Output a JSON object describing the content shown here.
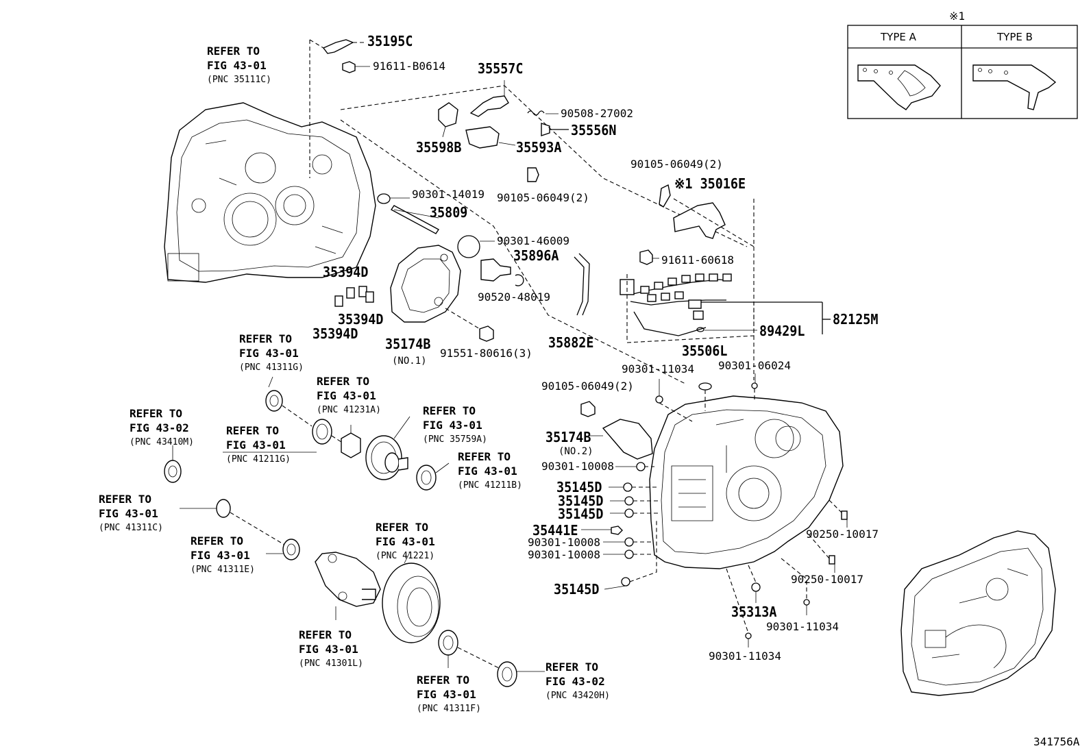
{
  "diagram_id": "341756A",
  "note_mark": "※1",
  "type_table": {
    "mark": "※1",
    "type_a": "TYPE A",
    "type_b": "TYPE B"
  },
  "labels": {
    "p35195C": "35195C",
    "p91611_B0614": "91611-B0614",
    "p35557C": "35557C",
    "p90508_27002": "90508-27002",
    "p35556N": "35556N",
    "p35598B": "35598B",
    "p35593A": "35593A",
    "p90105_06049_top": "90105-06049(2)",
    "p90301_14019": "90301-14019",
    "p35809": "35809",
    "p90301_46009": "90301-46009",
    "p35896A": "35896A",
    "p90520_48019": "90520-48019",
    "p35882E": "35882E",
    "p35394D_a": "35394D",
    "p35394D_b": "35394D",
    "p35394D_c": "35394D",
    "p35174B_1": "35174B",
    "p35174B_1_note": "(NO.1)",
    "p91551_80616": "91551-80616(3)",
    "p90105_06049_r": "90105-06049(2)",
    "p35016E": "※1 35016E",
    "p91611_60618": "91611-60618",
    "p82125M": "82125M",
    "p89429L": "89429L",
    "p35506L": "35506L",
    "p90301_11034_a": "90301-11034",
    "p90301_06024": "90301-06024",
    "p90105_06049_c": "90105-06049(2)",
    "p35174B_2": "35174B",
    "p35174B_2_note": "(NO.2)",
    "p90301_10008_a": "90301-10008",
    "p35145D_a": "35145D",
    "p35145D_b": "35145D",
    "p35145D_c": "35145D",
    "p35441E": "35441E",
    "p90301_10008_b": "90301-10008",
    "p90301_10008_c": "90301-10008",
    "p35145D_d": "35145D",
    "p90250_10017_a": "90250-10017",
    "p90250_10017_b": "90250-10017",
    "p35313A": "35313A",
    "p90301_11034_b": "90301-11034",
    "p90301_11034_c": "90301-11034"
  },
  "refer_notes": {
    "r35111C": {
      "line1": "REFER TO",
      "line2": "FIG 43-01",
      "pnc": "(PNC 35111C)"
    },
    "r41311G": {
      "line1": "REFER TO",
      "line2": "FIG 43-01",
      "pnc": "(PNC 41311G)"
    },
    "r41231A": {
      "line1": "REFER TO",
      "line2": "FIG 43-01",
      "pnc": "(PNC 41231A)"
    },
    "r43410M": {
      "line1": "REFER TO",
      "line2": "FIG 43-02",
      "pnc": "(PNC 43410M)"
    },
    "r41211G": {
      "line1": "REFER TO",
      "line2": "FIG 43-01",
      "pnc": "(PNC 41211G)"
    },
    "r35759A": {
      "line1": "REFER TO",
      "line2": "FIG 43-01",
      "pnc": "(PNC 35759A)"
    },
    "r41211B": {
      "line1": "REFER TO",
      "line2": "FIG 43-01",
      "pnc": "(PNC 41211B)"
    },
    "r41311C": {
      "line1": "REFER TO",
      "line2": "FIG 43-01",
      "pnc": "(PNC 41311C)"
    },
    "r41311E": {
      "line1": "REFER TO",
      "line2": "FIG 43-01",
      "pnc": "(PNC 41311E)"
    },
    "r41221": {
      "line1": "REFER TO",
      "line2": "FIG 43-01",
      "pnc": "(PNC 41221)"
    },
    "r41301L": {
      "line1": "REFER TO",
      "line2": "FIG 43-01",
      "pnc": "(PNC 41301L)"
    },
    "r41311F": {
      "line1": "REFER TO",
      "line2": "FIG 43-01",
      "pnc": "(PNC 41311F)"
    },
    "r43420H": {
      "line1": "REFER TO",
      "line2": "FIG 43-02",
      "pnc": "(PNC 43420H)"
    }
  }
}
